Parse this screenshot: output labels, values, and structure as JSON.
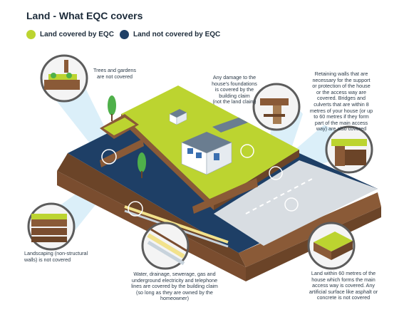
{
  "title": "Land - What EQC covers",
  "legend": [
    {
      "label": "Land covered by EQC",
      "color": "#bcd430"
    },
    {
      "label": "Land not covered by EQC",
      "color": "#1e3f66"
    }
  ],
  "annotations": {
    "trees": "Trees and gardens\nare not covered",
    "foundations": "Any damage to the\nhouse's foundations\nis covered by the\nbuilding claim\n(not the land claim)",
    "retaining": "Retaining walls that are\nnecessary for the support\nor protection of the house\nor the access way are\ncovered. Bridges and\nculverts that are within 8\nmetres of your house (or up\nto 60 metres if they form\npart of the main access\nway) are also covered",
    "landscaping": "Landscaping (non-structural\nwalls) is not covered",
    "services": "Water, drainage, sewerage, gas and\nunderground electricity and telephone\nlines are covered by the building claim\n(so long as they are owned by the\nhomeowner)",
    "access": "Land within 60 metres of the\nhouse which forms the main\naccess way is covered. Any\nartificial surface like asphalt or\nconcrete is not covered"
  },
  "colors": {
    "covered": "#bcd430",
    "not_covered": "#1e3f66",
    "soil": "#8a5a37",
    "soil_dark": "#6b4428",
    "road": "#d8dde2",
    "beam": "#cfeaf7"
  }
}
